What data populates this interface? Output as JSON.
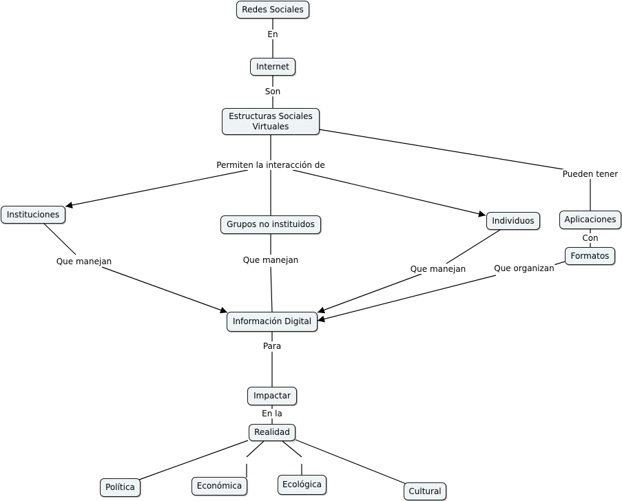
{
  "nodes": {
    "redes_sociales": "Redes Sociales",
    "internet": "Internet",
    "estructuras_l1": "Estructuras Sociales",
    "estructuras_l2": "Virtuales",
    "instituciones": "Instituciones",
    "grupos": "Grupos no instituidos",
    "individuos": "Individuos",
    "aplicaciones": "Aplicaciones",
    "formatos": "Formatos",
    "informacion": "Información Digital",
    "impactar": "Impactar",
    "realidad": "Realidad",
    "politica": "Política",
    "economica": "Económica",
    "ecologica": "Ecológica",
    "cultural": "Cultural"
  },
  "links": {
    "en": "En",
    "son": "Son",
    "permiten": "Permiten la interacción de",
    "pueden_tener": "Pueden tener",
    "con": "Con",
    "que_manejan_1": "Que manejan",
    "que_manejan_2": "Que manejan",
    "que_manejan_3": "Que manejan",
    "que_organizan": "Que organizan",
    "para": "Para",
    "en_la": "En la"
  }
}
